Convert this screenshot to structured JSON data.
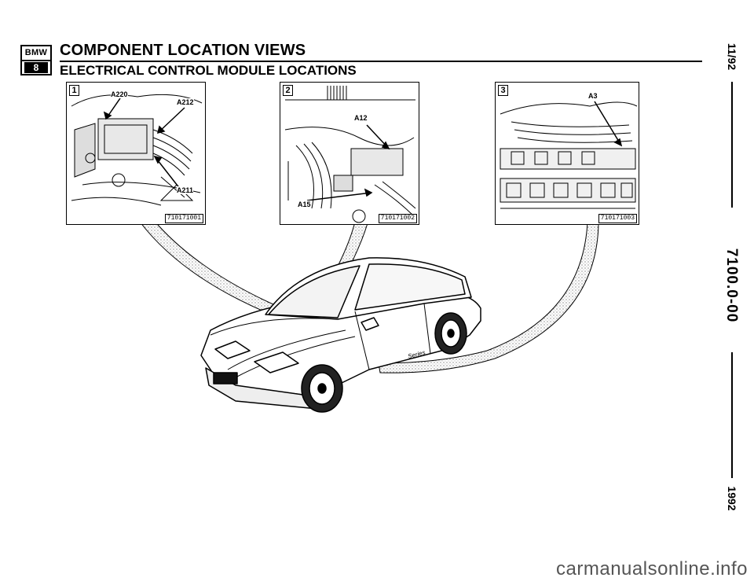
{
  "logo": {
    "top": "BMW",
    "bottom": "8"
  },
  "header": {
    "title": "COMPONENT LOCATION VIEWS",
    "subtitle": "ELECTRICAL CONTROL MODULE LOCATIONS"
  },
  "sidebar": {
    "date": "11/92",
    "code": "7100.0-00",
    "year": "1992"
  },
  "panels": [
    {
      "number": "1",
      "code": "710171001",
      "labels": [
        "A220",
        "A212",
        "A211"
      ]
    },
    {
      "number": "2",
      "code": "710171002",
      "labels": [
        "A12",
        "A15"
      ]
    },
    {
      "number": "3",
      "code": "710171003",
      "labels": [
        "A3"
      ]
    }
  ],
  "car": {
    "badge": "Series"
  },
  "footer": {
    "watermark": "carmanualsonline.info"
  }
}
